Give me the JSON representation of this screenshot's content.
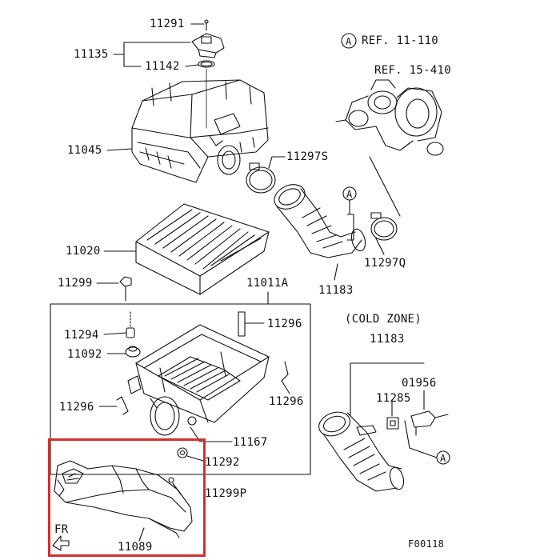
{
  "diagram": {
    "callouts": {
      "p11291": "11291",
      "p11135": "11135",
      "p11142": "11142",
      "p11045": "11045",
      "p11297S": "11297S",
      "p11020": "11020",
      "p11297Q": "11297Q",
      "p11183a": "11183",
      "p11299": "11299",
      "p11011A": "11011A",
      "p11296a": "11296",
      "p11294": "11294",
      "p11092": "11092",
      "p11296b": "11296",
      "p11296c": "11296",
      "p11167": "11167",
      "p11292": "11292",
      "p11299P": "11299P",
      "p11089": "11089",
      "p11183b": "11183",
      "p01956": "01956",
      "p11285": "11285"
    },
    "refs": {
      "ref_a_letter": "A",
      "ref_11_110": "REF. 11-110",
      "ref_15_410": "REF. 15-410",
      "a_marker_mid": "A",
      "a_marker_low": "A"
    },
    "cold_zone": "(COLD ZONE)",
    "front_marker": "FR",
    "figure_code": "F00118",
    "highlight_color": "#d32f2f"
  }
}
